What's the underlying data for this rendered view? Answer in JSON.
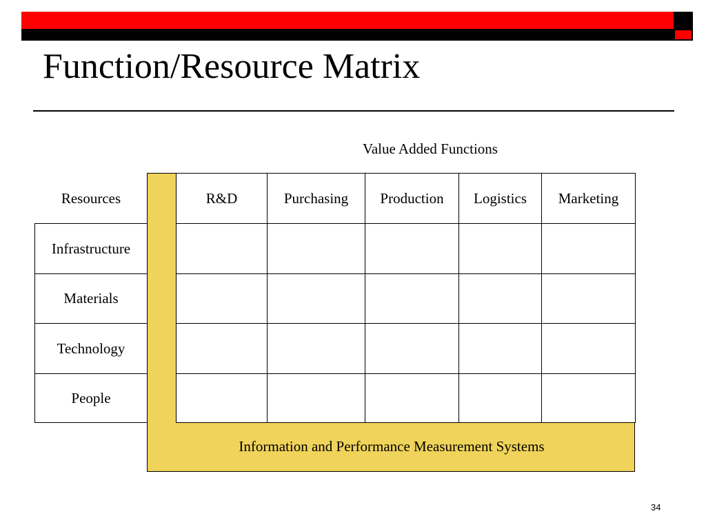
{
  "slide": {
    "title": "Function/Resource Matrix",
    "page_number": "34"
  },
  "matrix": {
    "functions_label": "Value Added Functions",
    "resources_header": "Resources",
    "functions": [
      "R&D",
      "Purchasing",
      "Production",
      "Logistics",
      "Marketing"
    ],
    "resources": [
      "Infrastructure",
      "Materials",
      "Technology",
      "People"
    ],
    "systems_label": "Information and Performance Measurement Systems"
  },
  "colors": {
    "accent_red": "#ff0000",
    "band_black": "#000000",
    "systems_yellow": "#f0d35a"
  }
}
